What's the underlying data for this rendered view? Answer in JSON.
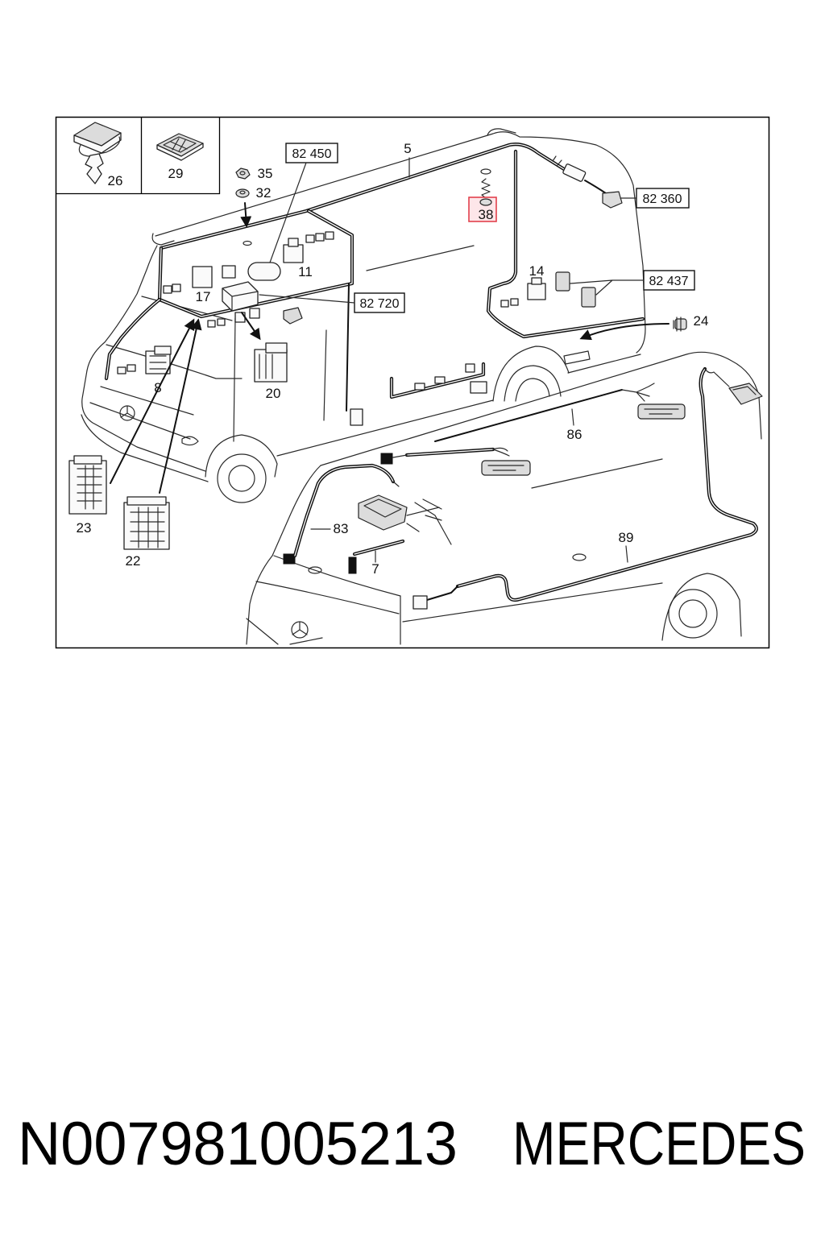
{
  "diagram": {
    "inset_labels": [
      "26",
      "29"
    ],
    "callouts": [
      "35",
      "32",
      "5",
      "11",
      "14",
      "17",
      "24",
      "8",
      "20",
      "86",
      "23",
      "22",
      "83",
      "7",
      "89"
    ],
    "reference_boxes": [
      "82 450",
      "82 360",
      "82 437",
      "82 720"
    ],
    "highlighted_callout": "38"
  },
  "footer": {
    "part_number": "N007981005213",
    "brand": "MERCEDES"
  },
  "colors": {
    "highlight_border": "#e2414d",
    "highlight_fill": "#fde6e9",
    "highlight_text": "#55586a",
    "ink": "#111111"
  }
}
